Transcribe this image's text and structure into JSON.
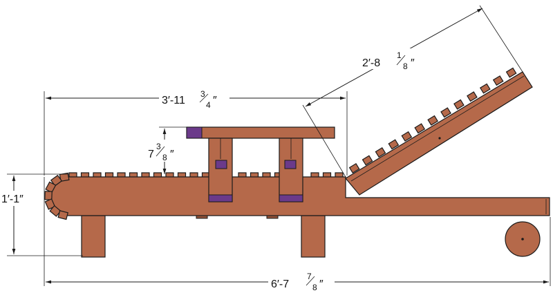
{
  "dimensions": {
    "table_width": {
      "main": "3′-11",
      "num": "3",
      "den": "4",
      "unit": "″"
    },
    "table_height": {
      "main": "7",
      "num": "3",
      "den": "8",
      "unit": "″"
    },
    "back_length": {
      "main": "2′-8",
      "num": "1",
      "den": "8",
      "unit": "″"
    },
    "seat_height": {
      "text": "1′-1″"
    },
    "overall_length": {
      "main": "6′-7",
      "num": "7",
      "den": "8",
      "unit": "″"
    }
  },
  "colors": {
    "wood": "#b5694a",
    "wood_dark": "#8e4f36",
    "accent": "#6b3a8a",
    "line": "#1a1a1a"
  }
}
